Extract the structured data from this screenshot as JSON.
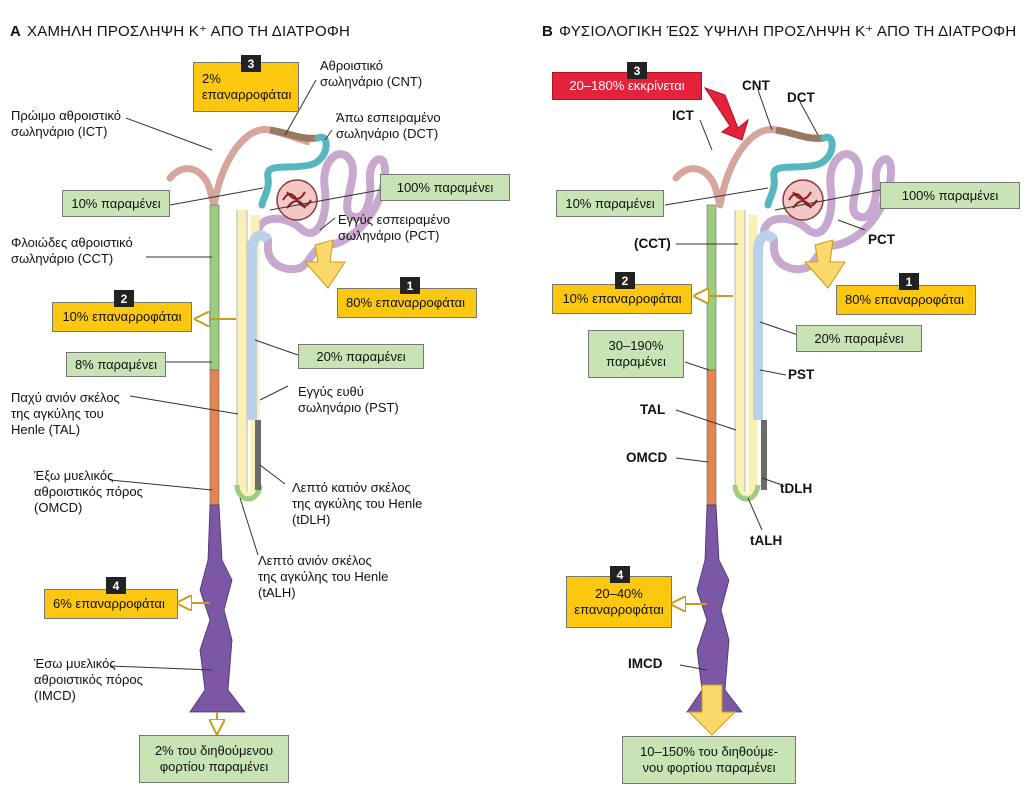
{
  "panel_a": {
    "letter": "A",
    "title": "ΧΑΜΗΛΗ ΠΡΟΣΛΗΨΗ Κ⁺ ΑΠΟ ΤΗ ΔΙΑΤΡΟΦΗ",
    "labels": {
      "cnt": "Αθροιστικό\nσωληνάριο (CNT)",
      "ict": "Πρώιμο αθροιστικό\nσωληνάριο (ICT)",
      "dct": "Άπω εσπειραμένο\nσωληνάριο (DCT)",
      "pct": "Εγγύς εσπειραμένο\nσωληνάριο (PCT)",
      "cct": "Φλοιώδες αθροιστικό\nσωληνάριο (CCT)",
      "pst": "Εγγύς ευθύ\nσωληνάριο (PST)",
      "tal": "Παχύ ανιόν σκέλος\nτης αγκύλης του\nHenle (TAL)",
      "omcd": "Έξω μυελικός\nαθροιστικός πόρος\n(OMCD)",
      "tdlh": "Λεπτό κατιόν σκέλος\nτης αγκύλης του Henle\n(tDLH)",
      "talh": "Λεπτό ανιόν σκέλος\nτης αγκύλης του Henle\n(tALH)",
      "imcd": "Έσω μυελικός\nαθροιστικός πόρος\n(IMCD)"
    },
    "boxes": {
      "step3": {
        "num": "3",
        "text": "2%\nεπαναρροφάται"
      },
      "remain_10": "10% παραμένει",
      "remain_100": "100% παραμένει",
      "step1": {
        "num": "1",
        "text": "80% επαναρροφάται"
      },
      "step2": {
        "num": "2",
        "text": "10% επαναρροφάται"
      },
      "remain_20": "20% παραμένει",
      "remain_8": "8% παραμένει",
      "step4": {
        "num": "4",
        "text": "6% επαναρροφάται"
      },
      "final": "2% του διηθούμενου\nφορτίου παραμένει"
    }
  },
  "panel_b": {
    "letter": "B",
    "title": "ΦΥΣΙΟΛΟΓΙΚΗ ΈΩΣ ΥΨΗΛΗ ΠΡΟΣΛΗΨΗ Κ⁺ ΑΠΟ ΤΗ ΔΙΑΤΡΟΦΗ",
    "labels": {
      "cnt": "CNT",
      "dct": "DCT",
      "ict": "ICT",
      "cct": "(CCT)",
      "pct": "PCT",
      "pst": "PST",
      "tal": "TAL",
      "omcd": "OMCD",
      "tdlh": "tDLH",
      "talh": "tALH",
      "imcd": "IMCD"
    },
    "boxes": {
      "step3": {
        "num": "3",
        "text": "20–180% εκκρίνεται"
      },
      "remain_10": "10% παραμένει",
      "remain_100": "100% παραμένει",
      "step2": {
        "num": "2",
        "text": "10% επαναρροφάται"
      },
      "step1": {
        "num": "1",
        "text": "80% επαναρροφάται"
      },
      "remain_30": "30–190%\nπαραμένει",
      "remain_20": "20% παραμένει",
      "step4": {
        "num": "4",
        "text": "20–40%\nεπαναρροφάται"
      },
      "final": "10–150% του διηθούμε-\nνου φορτίου παραμένει"
    }
  },
  "colors": {
    "green_box": "#c9e4b4",
    "yellow_box": "#fbc80f",
    "red_box": "#e2233b",
    "pct_purple": "#c9a8cf",
    "dct_teal": "#56b7c0",
    "cnt_brown": "#9a7a5c",
    "ict_pink": "#d8a59c",
    "cct_green": "#9ccd7f",
    "pst_blue": "#b9d1ea",
    "tdlh_gray": "#6b6b6b",
    "tal_orange": "#e38451",
    "imcd_purple": "#7b57a5",
    "tal_cream": "#fbf1b6"
  }
}
